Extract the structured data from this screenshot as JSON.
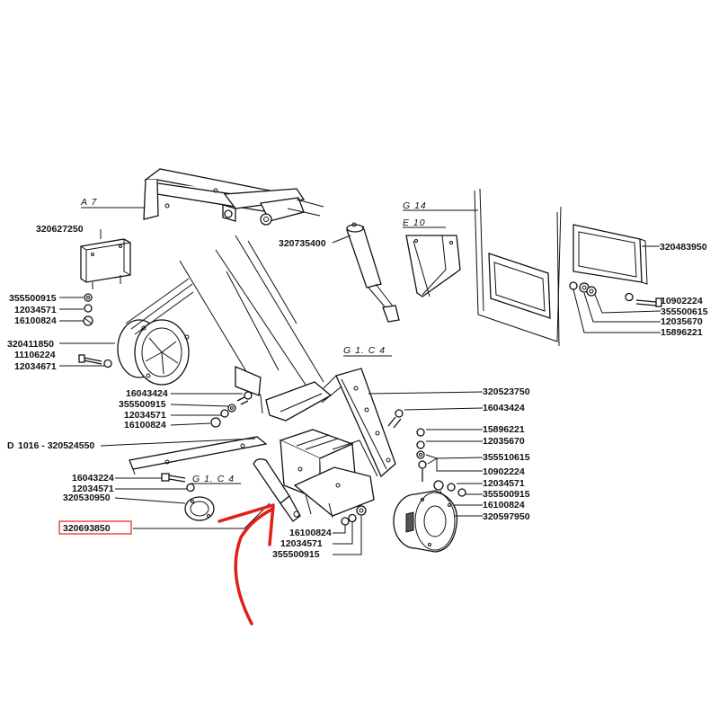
{
  "refs": {
    "a7": "A 7",
    "g14": "G 14",
    "e10": "E 10",
    "g1c4_top": "G 1. C 4",
    "g1c4_left": "G 1. C 4",
    "d_prefix": "D",
    "d_label": "1016 - 320524550"
  },
  "parts": {
    "p320627250": "320627250",
    "p320735400": "320735400",
    "p320483950": "320483950",
    "p355500915_a": "355500915",
    "p12034571_a": "12034571",
    "p16100824_a": "16100824",
    "p320411850": "320411850",
    "p11106224": "11106224",
    "p12034671": "12034671",
    "p10902224_a": "10902224",
    "p355500615": "355500615",
    "p12035670_a": "12035670",
    "p15896221_a": "15896221",
    "p16043424_a": "16043424",
    "p355500915_b": "355500915",
    "p12034571_b": "12034571",
    "p16100824_b": "16100824",
    "p320523750": "320523750",
    "p16043424_b": "16043424",
    "p15896221_b": "15896221",
    "p12035670_b": "12035670",
    "p355510615": "355510615",
    "p10902224_b": "10902224",
    "p12034571_c": "12034571",
    "p355500915_c": "355500915",
    "p16100824_c": "16100824",
    "p320597950": "320597950",
    "p16043224": "16043224",
    "p12034571_d": "12034571",
    "p320530950": "320530950",
    "p320693850": "320693850",
    "p16100824_d": "16100824",
    "p12034571_e": "12034571",
    "p355500915_d": "355500915"
  },
  "colors": {
    "ink": "#111111",
    "highlight_arrow": "#e0201b",
    "highlight_box": "#e0201b"
  }
}
